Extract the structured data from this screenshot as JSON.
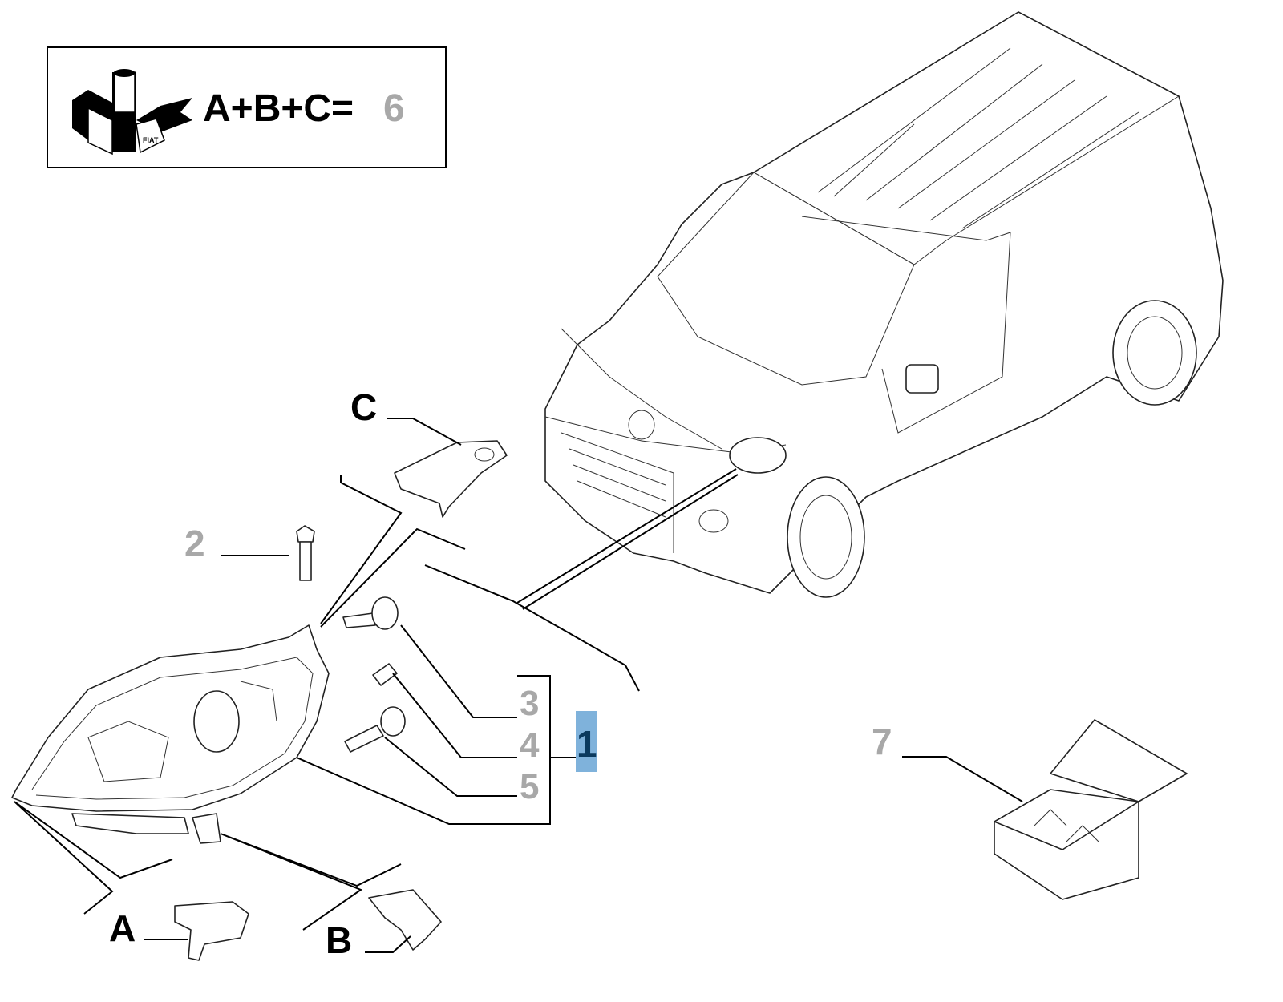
{
  "kit": {
    "formula": "A+B+C=",
    "result": "6",
    "logo_text": "FIAT"
  },
  "callouts": {
    "a": "A",
    "b": "B",
    "c": "C",
    "p1": "1",
    "p2": "2",
    "p3": "3",
    "p4": "4",
    "p5": "5",
    "p7": "7"
  },
  "colors": {
    "highlight_bg": "#7fb2db",
    "highlight_text": "#0b3a5e",
    "muted_label": "#a8a8a8"
  }
}
